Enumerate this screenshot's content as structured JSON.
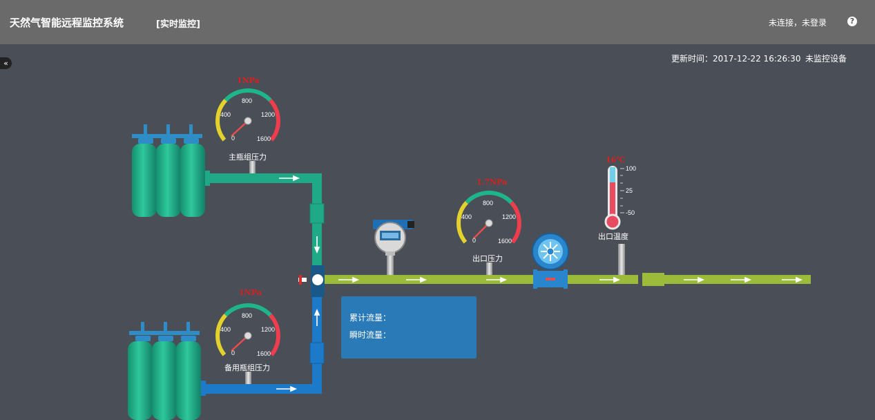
{
  "header": {
    "app_title": "天然气智能远程监控系统",
    "page_tag": "[实时监控]",
    "login_status": "未连接，未登录",
    "help_icon": "question-icon"
  },
  "sidebar_toggle": {
    "icon": "double-chevron-left-icon",
    "glyph": "«"
  },
  "status": {
    "update_time": "更新时间：2017-12-22 16:26:30",
    "device_status": "未监控设备"
  },
  "gauges": {
    "main": {
      "label": "主瓶组压力",
      "value": "1NPa",
      "ticks": [
        "0",
        "400",
        "800",
        "1200",
        "1600"
      ]
    },
    "backup": {
      "label": "备用瓶组压力",
      "value": "1NPa",
      "ticks": [
        "0",
        "400",
        "800",
        "1200",
        "1600"
      ]
    },
    "outlet": {
      "label": "出口压力",
      "value": "1.7NPa",
      "ticks": [
        "0",
        "400",
        "800",
        "1200",
        "1600"
      ]
    }
  },
  "thermometer": {
    "label": "出口温度",
    "value": "16℃",
    "ticks": [
      "100",
      "25",
      "-50"
    ]
  },
  "flow": {
    "cumulative_label": "累计流量：",
    "instant_label": "瞬时流量："
  },
  "colors": {
    "green_pipe": "#1fa987",
    "blue_pipe": "#1c7ac9",
    "lime_pipe": "#9dbb3b",
    "header_bg": "#6a6a6a",
    "panel_bg": "#2a7ab8"
  }
}
